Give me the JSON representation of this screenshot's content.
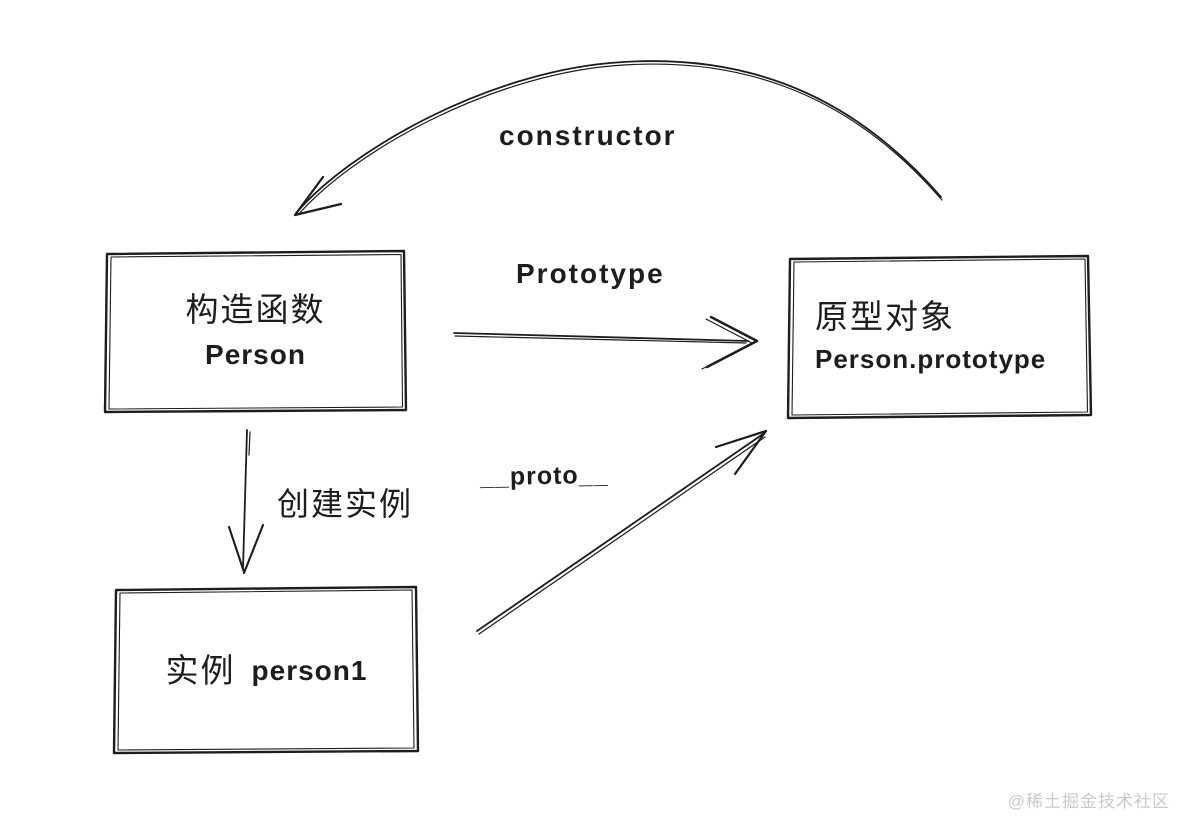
{
  "diagram": {
    "nodes": {
      "constructor_fn": {
        "title": "构造函数",
        "subtitle": "Person"
      },
      "prototype_obj": {
        "title": "原型对象",
        "subtitle": "Person.prototype"
      },
      "instance": {
        "title": "实例",
        "subtitle": "person1"
      }
    },
    "edges": {
      "constructor": "constructor",
      "prototype": "Prototype",
      "create_instance": "创建实例",
      "proto": "__proto__"
    },
    "watermark": "@稀土掘金技术社区",
    "colors": {
      "ink": "#1d1d1d",
      "background": "#ffffff",
      "watermark": "#c9c9c9"
    }
  }
}
